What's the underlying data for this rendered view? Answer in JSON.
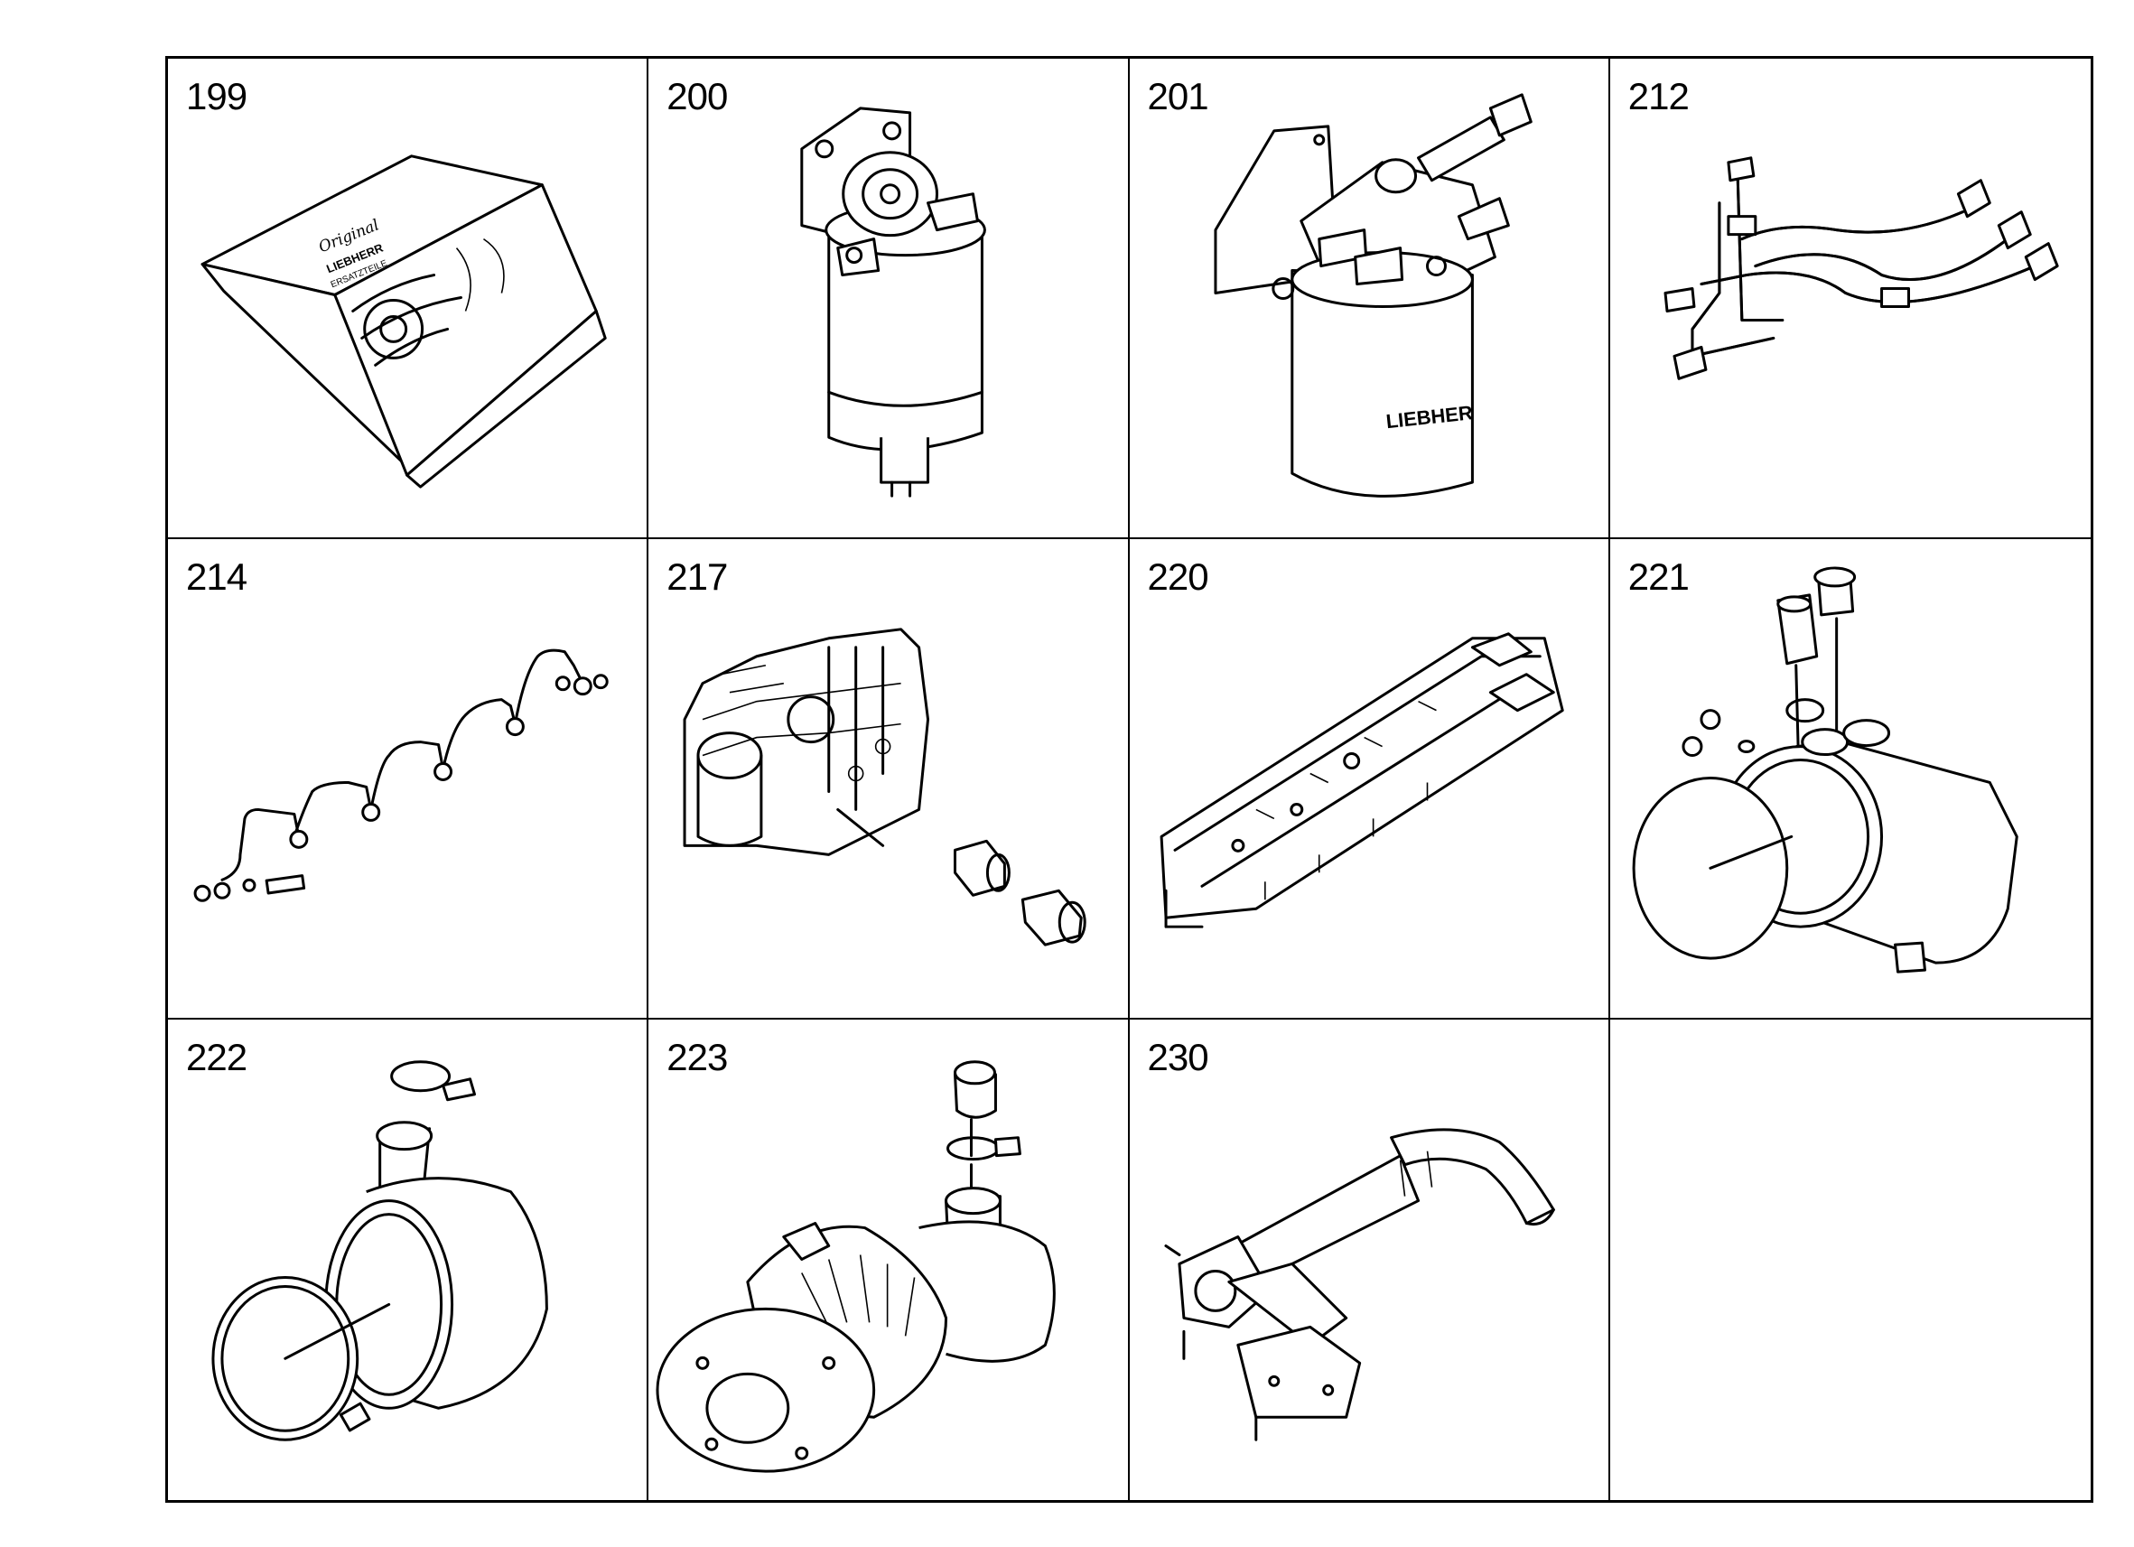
{
  "parts": [
    {
      "number": "199",
      "icon": "original-parts-box-icon",
      "logo_text": "Original LIEBHERR ERSATZTEILE"
    },
    {
      "number": "200",
      "icon": "fuel-filter-with-bracket-icon"
    },
    {
      "number": "201",
      "icon": "fuel-filter-assembly-icon",
      "logo_text": "LIEBHERR"
    },
    {
      "number": "212",
      "icon": "fuel-lines-icon"
    },
    {
      "number": "214",
      "icon": "injection-line-set-icon"
    },
    {
      "number": "217",
      "icon": "engine-fitting-icon"
    },
    {
      "number": "220",
      "icon": "intake-manifold-icon"
    },
    {
      "number": "221",
      "icon": "pipe-adapter-with-plugs-icon"
    },
    {
      "number": "222",
      "icon": "connector-with-clamp-icon"
    },
    {
      "number": "223",
      "icon": "turbocharger-connector-icon"
    },
    {
      "number": "230",
      "icon": "exhaust-pipe-bracket-icon"
    },
    {
      "number": "",
      "icon": ""
    }
  ]
}
